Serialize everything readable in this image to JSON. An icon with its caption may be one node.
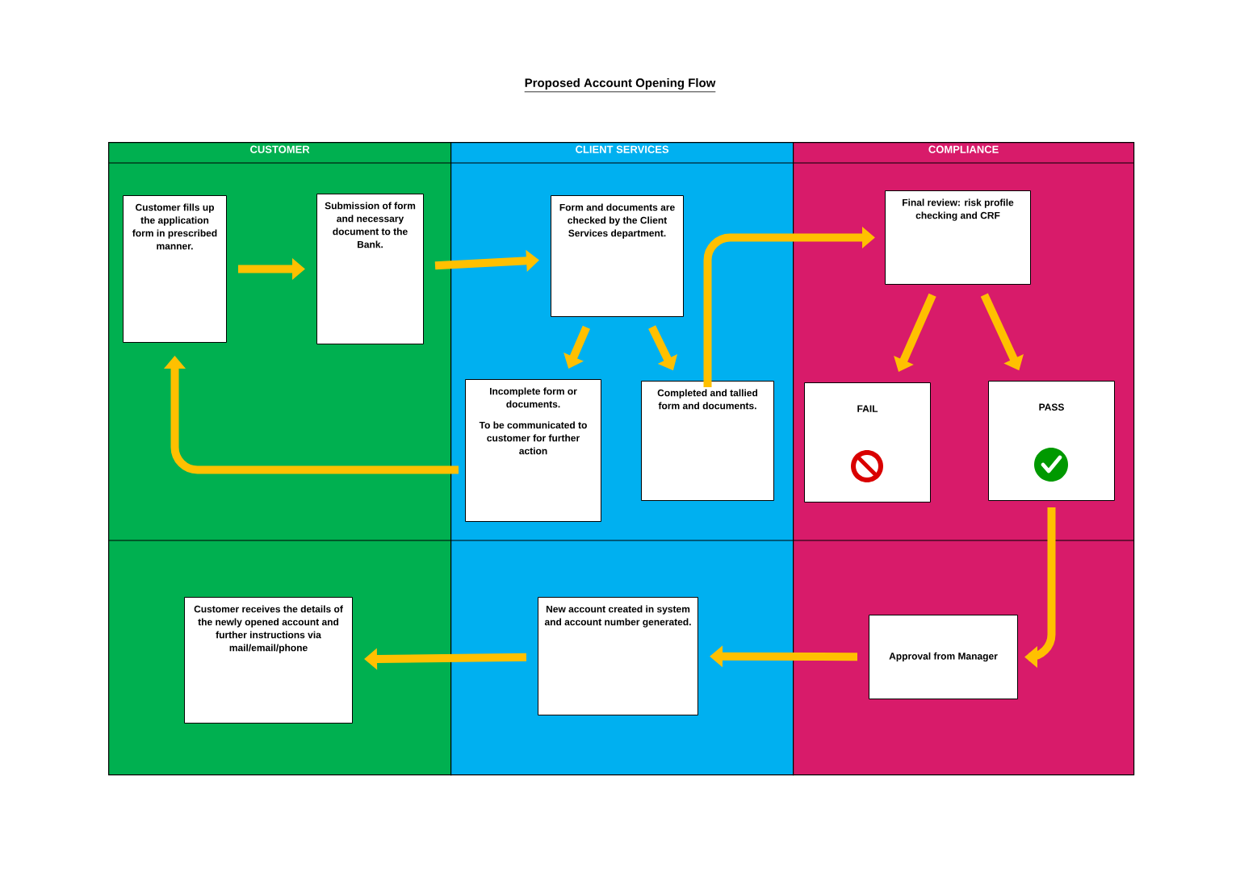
{
  "diagram": {
    "title": "Proposed Account Opening Flow",
    "nodes": [
      {
        "text": [
          "CUSTOMER"
        ]
      },
      {
        "text": [
          "CLIENT SERVICES"
        ]
      },
      {
        "text": [
          "COMPLIANCE"
        ]
      },
      {
        "text": [
          "Customer fills up the application form in prescribed manner."
        ],
        "in": 0
      },
      {
        "text": [
          "Submission of form and necessary document to the Bank."
        ],
        "in": 0
      },
      {
        "text": [
          "Form and documents are checked by the Client Services department."
        ],
        "in": 1
      },
      {
        "text": [
          "Incomplete form or documents.",
          "To be communicated to customer for further action"
        ],
        "in": 1
      },
      {
        "text": [
          "Completed and tallied form and documents."
        ],
        "in": 1
      },
      {
        "text": [
          "Final review: risk profile checking and CRF"
        ],
        "in": 2
      },
      {
        "text": [
          "FAIL"
        ],
        "in": 2
      },
      {
        "text": [
          "PASS"
        ],
        "in": 2
      },
      {
        "text": [
          "Approval from Manager"
        ],
        "in": 2
      },
      {
        "text": [
          "New account created in system and account number generated."
        ],
        "in": 1
      },
      {
        "text": [
          "Customer receives the details of the newly opened account and further instructions via mail/email/phone"
        ],
        "in": 0
      }
    ],
    "edges": [
      {
        "from": 3,
        "to": 4,
        "arrow": "to"
      },
      {
        "from": 4,
        "to": 5,
        "arrow": "to"
      },
      {
        "from": 5,
        "to": 6,
        "arrow": "to"
      },
      {
        "from": 5,
        "to": 7,
        "arrow": "to"
      },
      {
        "from": 7,
        "to": 8,
        "arrow": "to"
      },
      {
        "from": 6,
        "to": 3,
        "arrow": "to"
      },
      {
        "from": 8,
        "to": 9,
        "arrow": "to"
      },
      {
        "from": 8,
        "to": 10,
        "arrow": "to"
      },
      {
        "from": 10,
        "to": 11,
        "arrow": "to"
      },
      {
        "from": 11,
        "to": 12,
        "arrow": "to"
      },
      {
        "from": 12,
        "to": 13,
        "arrow": "to"
      }
    ]
  }
}
